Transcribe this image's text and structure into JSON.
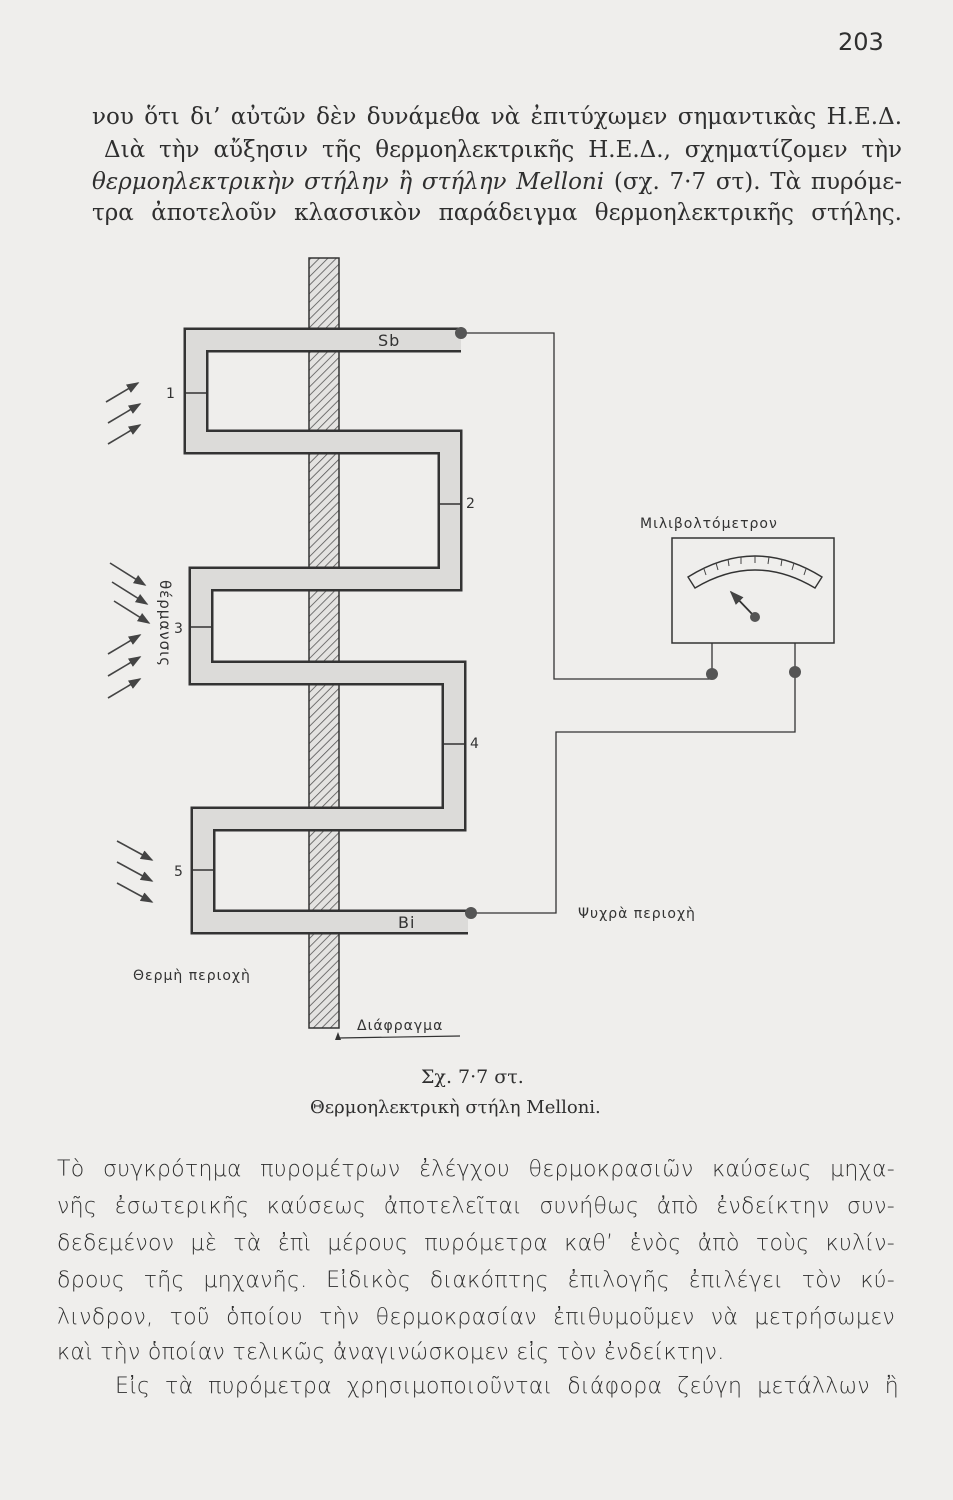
{
  "page_number": "203",
  "top_text": {
    "line1": "νου ὅτι δι’ αὐτῶν δὲν δυνάμεθα νὰ ἐπιτύχωμεν σημαντικὰς Η.Ε.Δ.",
    "line2": "Διὰ τὴν αὔξησιν τῆς θερμοηλεκτρικῆς Η.Ε.Δ., σχηματίζομεν τὴν",
    "line3_italic": "θερμοηλεκτρικὴν στήλην ἢ στήλην Melloni",
    "line3_rest": " (σχ. 7·7 στ). Τὰ πυρόμε-",
    "line4": "τρα ἀποτελοῦν κλασσικὸν παράδειγμα θερμοηλεκτρικῆς στήλης."
  },
  "figure": {
    "label_sb": "Sb",
    "label_bi": "Bi",
    "junctions": [
      "1",
      "2",
      "3",
      "4",
      "5"
    ],
    "heating_label": "θέρμανσις",
    "meter_label": "Μιλιβολτόμετρον",
    "cold_zone": "Ψυχρὰ περιοχὴ",
    "hot_zone": "Θερμὴ περιοχὴ",
    "diaphragm": "Διάφραγμα",
    "caption_number": "Σχ. 7·7 στ.",
    "caption_title": "Θερμοηλεκτρικὴ στήλη Melloni."
  },
  "bottom_text": {
    "lines": [
      "Τὸ συγκρότημα πυρομέτρων ἐλέγχου θερμοκρασιῶν καύσεως μηχα-",
      "νῆς ἐσωτερικῆς καύσεως ἀποτελεῖται συνήθως ἀπὸ ἐνδείκτην συν-",
      "δεδεμένον μὲ τὰ ἐπὶ μέρους πυρόμετρα καθ’ ἑνὸς ἀπὸ τοὺς κυλίν-",
      "δρους τῆς μηχανῆς. Εἰδικὸς διακόπτης ἐπιλογῆς ἐπιλέγει τὸν κύ-",
      "λινδρον, τοῦ ὁποίου τὴν θερμοκρασίαν ἐπιθυμοῦμεν νὰ μετρήσωμεν",
      "καὶ τὴν ὁποίαν τελικῶς ἀναγινώσκομεν εἰς τὸν ἐνδείκτην.",
      "Εἰς τὰ πυρόμετρα χρησιμοποιοῦνται διάφορα ζεύγη μετάλλων ἢ"
    ]
  }
}
